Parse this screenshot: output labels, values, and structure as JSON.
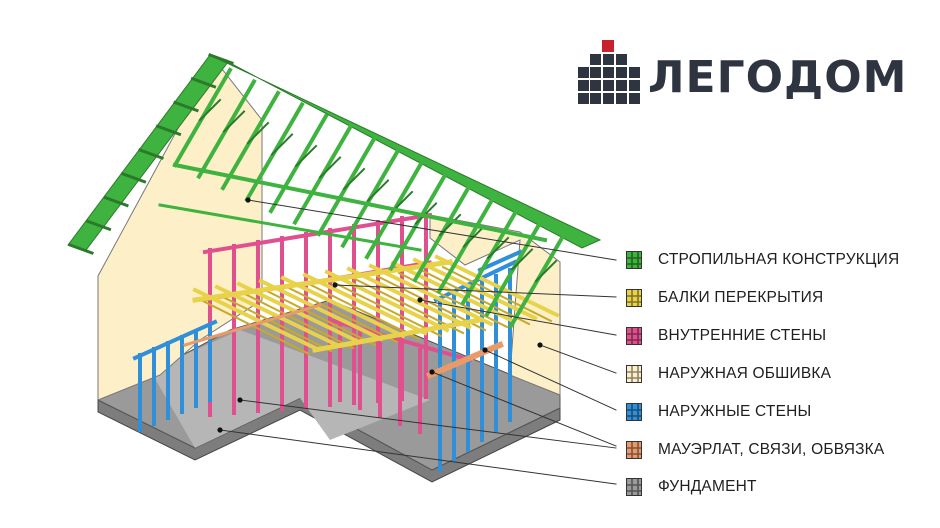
{
  "brand": {
    "name": "ЛЕГОДОМ",
    "colors": {
      "text": "#2e3540",
      "accent": "#c8232c"
    }
  },
  "legend": [
    {
      "label": "СТРОПИЛЬНАЯ КОНСТРУКЦИЯ",
      "color": "#3fb33f"
    },
    {
      "label": "БАЛКИ ПЕРЕКРЫТИЯ",
      "color": "#e8d24a"
    },
    {
      "label": "ВНУТРЕННИЕ СТЕНЫ",
      "color": "#e0508f"
    },
    {
      "label": "НАРУЖНАЯ ОБШИВКА",
      "color": "#fdf0c8"
    },
    {
      "label": "НАРУЖНЫЕ СТЕНЫ",
      "color": "#2f8fd8"
    },
    {
      "label": "МАУЭРЛАТ, СВЯЗИ, ОБВЯЗКА",
      "color": "#e89a6a"
    },
    {
      "label": "ФУНДАМЕНТ",
      "color": "#9a9a9a"
    }
  ]
}
